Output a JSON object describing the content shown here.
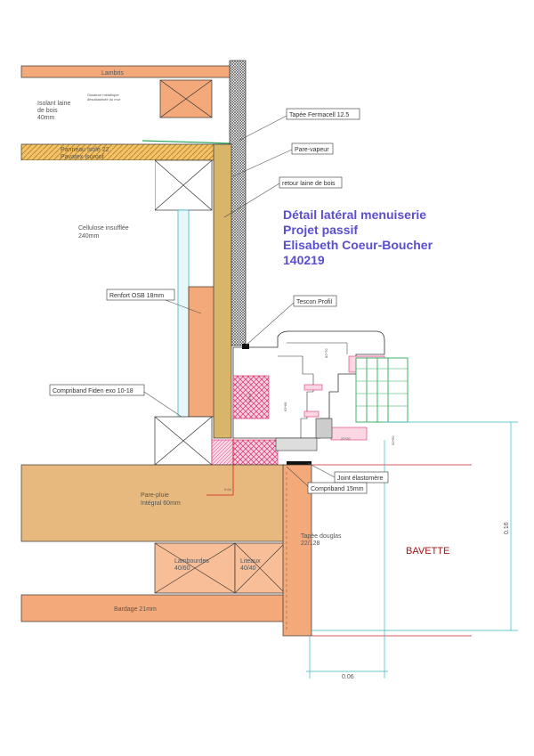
{
  "title": {
    "line1": "Détail latéral menuiserie",
    "line2": "Projet passif",
    "line3": "Elisabeth Coeur-Boucher",
    "line4": "140219"
  },
  "labels": {
    "lambris": "Lambris",
    "isolant_1": "Isolant laine",
    "isolant_2": "de bois",
    "isolant_3": "40mm",
    "ossature_1": "Ossature métallique",
    "ossature_2": "désolidarisée du mur",
    "panneau_1": "Panneau Isolé 22",
    "panneau_2": "Pavatex Isoroof",
    "cellulose_1": "Cellulose insufflée",
    "cellulose_2": "240mm",
    "pare_pluie_1": "Pare-pluie",
    "pare_pluie_2": "Intégral 60mm",
    "lambourdes_1": "Lambourdes",
    "lambourdes_2": "40/60",
    "liteaux_1": "Liteaux",
    "liteaux_2": "40/40",
    "bardage": "Bardage 21mm",
    "tapee_douglas_1": "Tapée douglas",
    "tapee_douglas_2": "22/128",
    "bavette": "BAVETTE"
  },
  "callouts": {
    "fermacell": "Tapée Fermacell 12.5",
    "pare_vapeur": "Pare-vapeur",
    "retour_laine": "retour laine de bois",
    "tescon": "Tescon Profil",
    "renfort_osb": "Renfort OSB 18mm",
    "compriband_fiden": "Compriband Fiden exo 10-18",
    "joint_elastomere": "Joint élastomère",
    "compriband_15": "Compriband 15mm"
  },
  "dimensions": {
    "d_004": "0.04",
    "d_016": "0.16",
    "d_006": "0.06",
    "d_82_70": "82*70",
    "d_63_68": "63*68",
    "d_63_04": "63*04",
    "d_22_20": "22*20",
    "d_50": "50*50"
  },
  "colors": {
    "wood": "#f4a97a",
    "wood_light": "#f7be98",
    "osb": "#e9a46d",
    "osb_stripe": "#d4a53a",
    "fibre": "#d9b56a",
    "mesh": "#4a4a4a",
    "pink_hatch": "#e0307a",
    "cyan": "#37b9c6",
    "green": "#2eaa5a",
    "title": "#5b4fd0",
    "red": "#d42020",
    "callout_box": "#333333"
  }
}
